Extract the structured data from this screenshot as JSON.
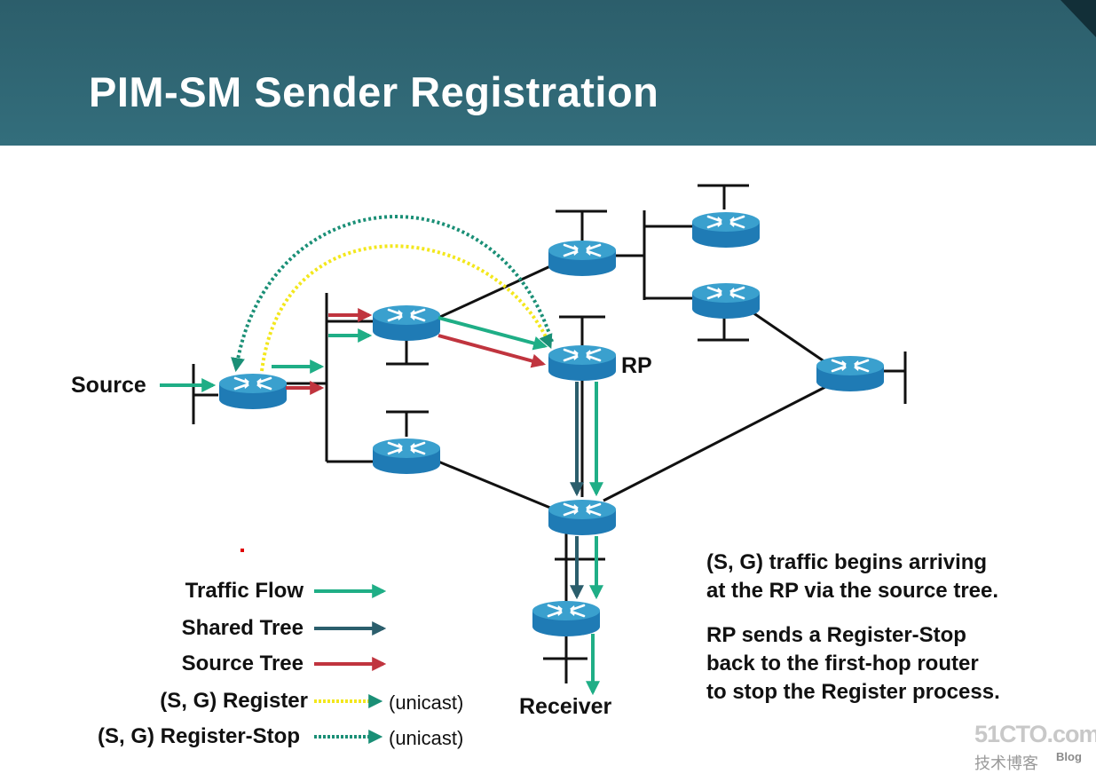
{
  "title": "PIM-SM Sender Registration",
  "labels": {
    "source": "Source",
    "rp": "RP",
    "receiver": "Receiver"
  },
  "legend": [
    {
      "label": "Traffic Flow",
      "style": "solid",
      "color": "#1fae86",
      "note": ""
    },
    {
      "label": "Shared Tree",
      "style": "solid",
      "color": "#2b5e6c",
      "note": ""
    },
    {
      "label": "Source Tree",
      "style": "solid",
      "color": "#c0343e",
      "note": ""
    },
    {
      "label": "(S, G) Register",
      "style": "dotted",
      "color": "#f3e71c",
      "note": "(unicast)"
    },
    {
      "label": "(S, G) Register-Stop",
      "style": "dotted",
      "color": "#1a8f76",
      "note": "(unicast)"
    }
  ],
  "description": {
    "para1_line1": "(S, G) traffic begins arriving",
    "para1_line2": "at the RP via the source tree.",
    "para2_line1": "RP sends a Register-Stop",
    "para2_line2": "back to the first-hop router",
    "para2_line3": "to stop the Register process."
  },
  "watermark": {
    "site": "51CTO.com",
    "cn": "技术博客",
    "blog": "Blog"
  },
  "colors": {
    "header": "#336e7c",
    "router_top": "#3aa0ce",
    "router_body": "#1f7bb5",
    "traffic_flow": "#1fae86",
    "shared_tree": "#2b5e6c",
    "source_tree": "#c0343e",
    "register": "#f3e71c",
    "register_stop": "#1a8f76"
  },
  "icons": {
    "router": "router-icon"
  }
}
